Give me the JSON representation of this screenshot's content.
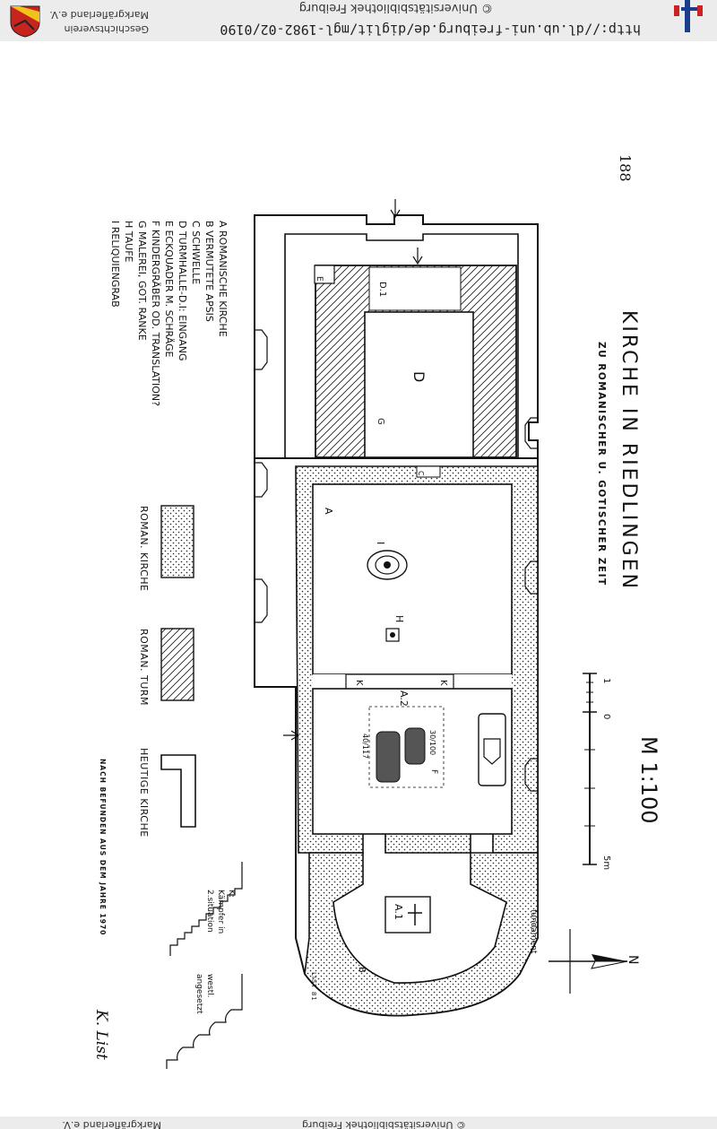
{
  "header": {
    "url": "http://dl.ub.uni-freiburg.de/diglit/mgl-1982-02/0190",
    "copyright": "© Universitätsbibliothek Freiburg",
    "society_line1": "Geschichtsverein",
    "society_line2": "Markgräflerland e.V."
  },
  "footer": {
    "text": "© Universitätsbibliothek Freiburg",
    "society": "Markgräflerland e.V."
  },
  "page": {
    "number": "188",
    "title": "KIRCHE IN RIEDLINGEN",
    "subtitle": "ZU ROMANISCHER U. GOTISCHER ZEIT",
    "scale_title": "M 1:100",
    "scale_ticks": [
      "1",
      "0",
      "5m"
    ],
    "north": "N",
    "credit": "NACH BEFUNDEN AUS DEM JAHRE 1970",
    "signature": "K. List",
    "drawing_mark": "LIST 81"
  },
  "legend": {
    "items": [
      "A ROMANISCHE KIRCHE",
      "B VERMUTETE APSIS",
      "C SCHWELLE",
      "D TURMHALLE-D.I: EINGANG",
      "E ECKQUADER M. SCHRÄGE",
      "F KINDERGRÄBER OD. TRANSLATION?",
      "G MALEREI, GOT. RANKE",
      "H TAUFE",
      "I RELIQUIENGRAB"
    ],
    "swatches": {
      "roman_church": "ROMAN. KIRCHE",
      "roman_tower": "ROMAN. TURM",
      "current_church": "HEUTIGE KIRCHE"
    }
  },
  "labels": {
    "A": "A",
    "A1": "A.1",
    "A2": "A.2",
    "B": "B",
    "C": "C",
    "D": "D",
    "D1": "D.1",
    "E": "E",
    "F": "F",
    "G": "G",
    "H": "H",
    "I": "I",
    "K": "K",
    "K2": "K",
    "grave1": "30/100",
    "grave2": "40/117",
    "fundament": "fundament",
    "k_label": "K:",
    "kaempfer1": "Kämpfer in",
    "kaempfer2": "2.situation",
    "westl1": "westl.",
    "westl2": "angesetzt"
  },
  "colors": {
    "ink": "#111111",
    "bar": "#ececec"
  }
}
